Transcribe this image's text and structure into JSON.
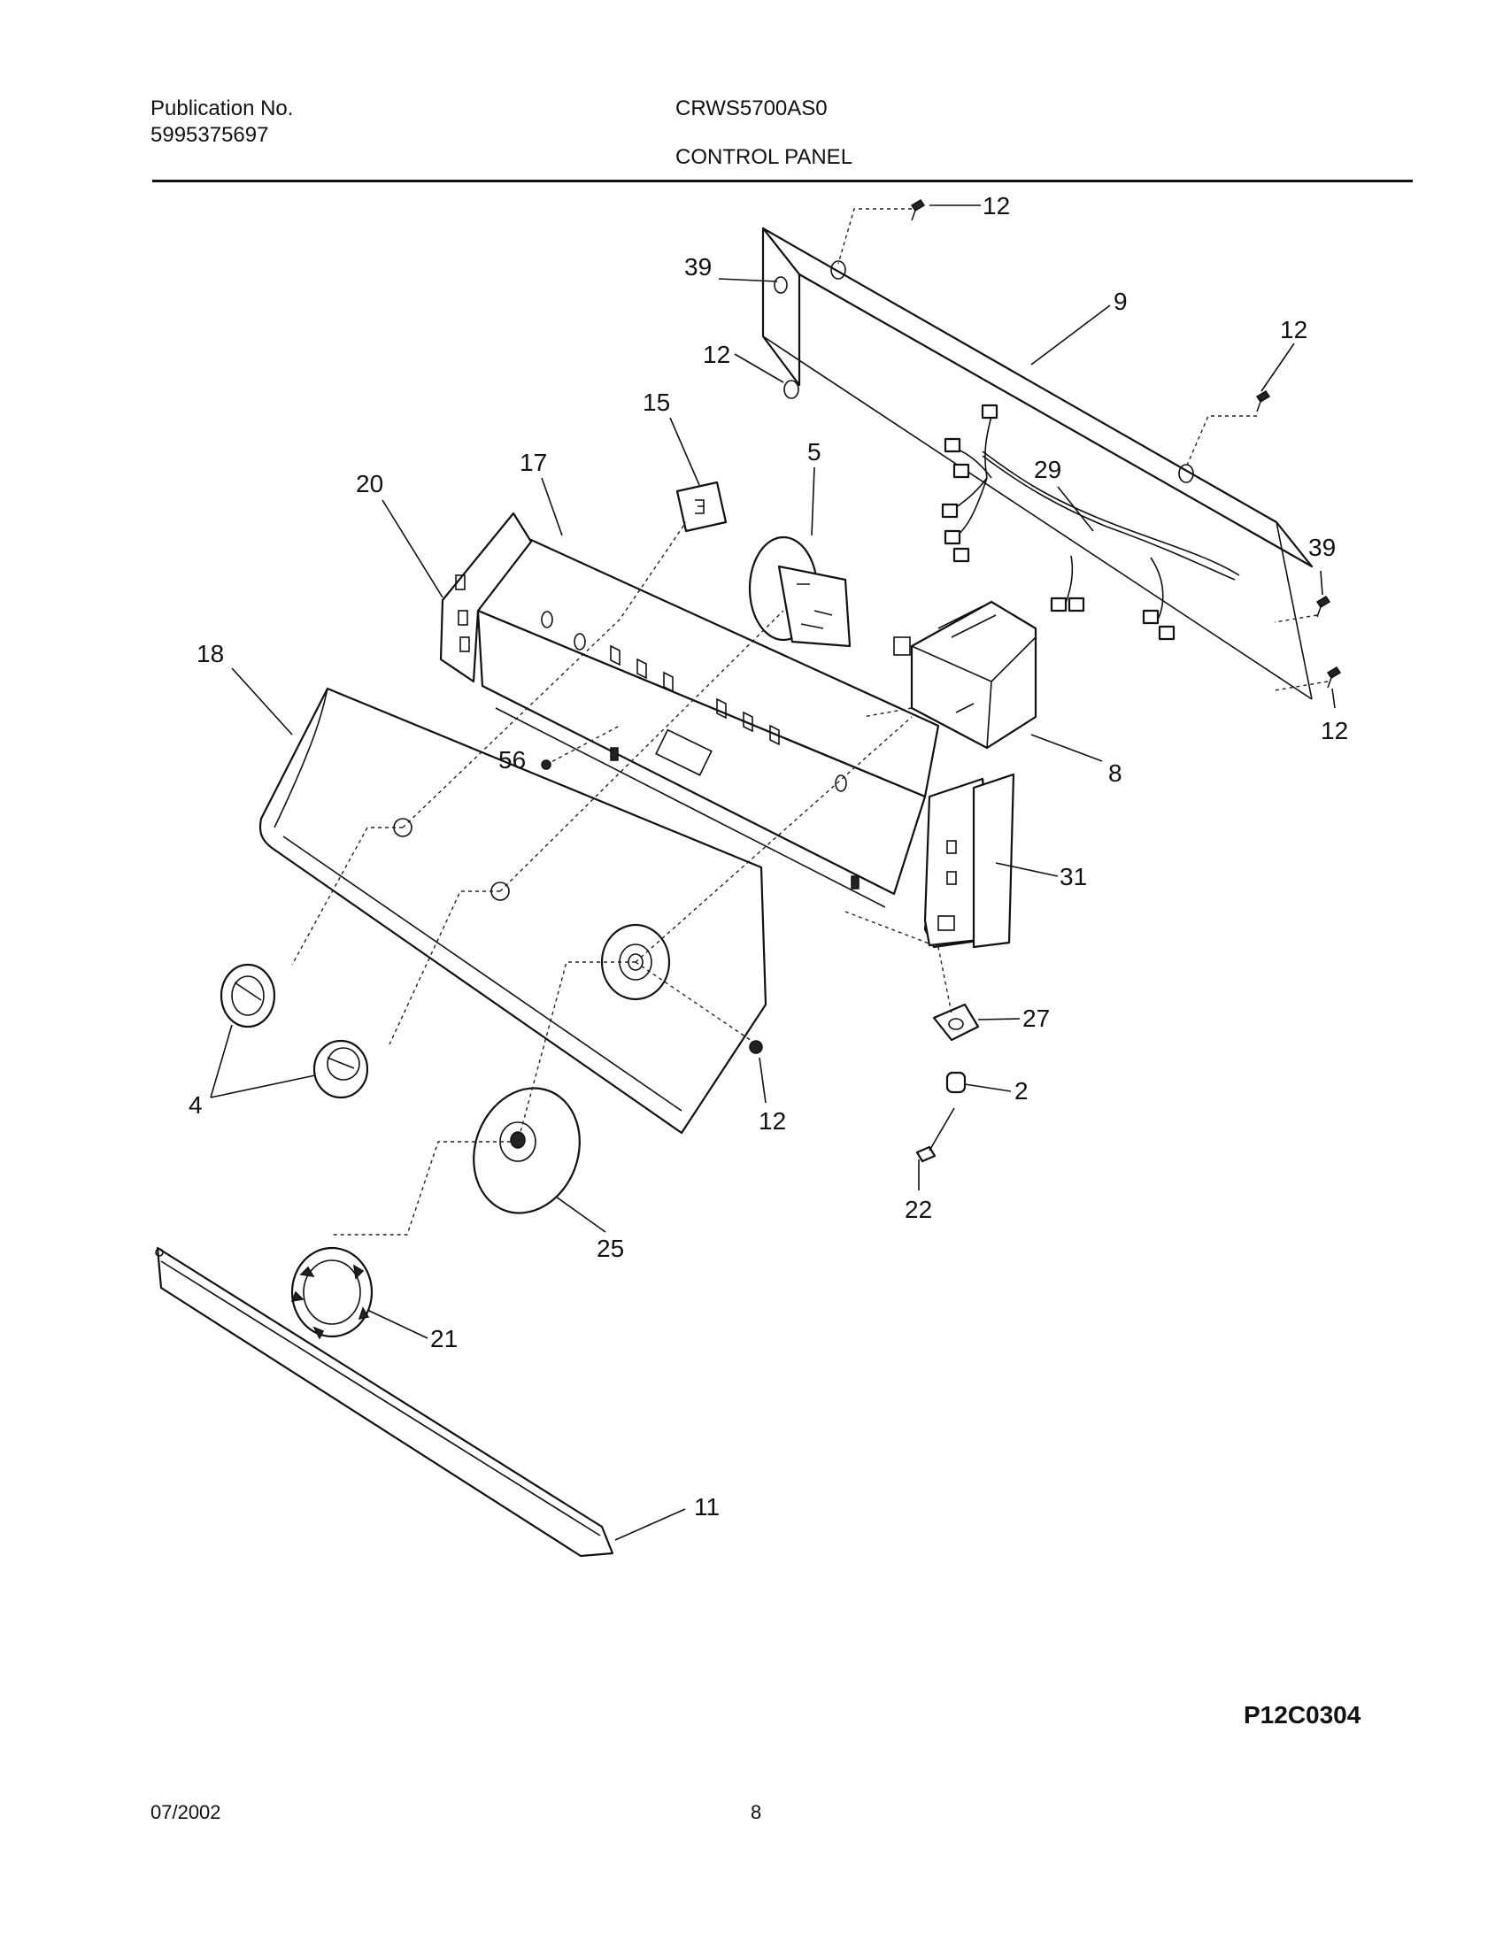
{
  "header": {
    "publication_label": "Publication No.",
    "publication_number": "5995375697",
    "model": "CRWS5700AS0",
    "section_title": "CONTROL PANEL"
  },
  "callouts": {
    "c12_top": "12",
    "c39_top": "39",
    "c9": "9",
    "c12_right": "12",
    "c12_left": "12",
    "c15": "15",
    "c5": "5",
    "c29": "29",
    "c17": "17",
    "c20": "20",
    "c39_right": "39",
    "c12_lowright": "12",
    "c18": "18",
    "c8": "8",
    "c56": "56",
    "c31": "31",
    "c27": "27",
    "c2": "2",
    "c12_mid": "12",
    "c4": "4",
    "c22": "22",
    "c25": "25",
    "c21": "21",
    "c11": "11"
  },
  "figure_id": "P12C0304",
  "footer": {
    "date": "07/2002",
    "page": "8"
  }
}
